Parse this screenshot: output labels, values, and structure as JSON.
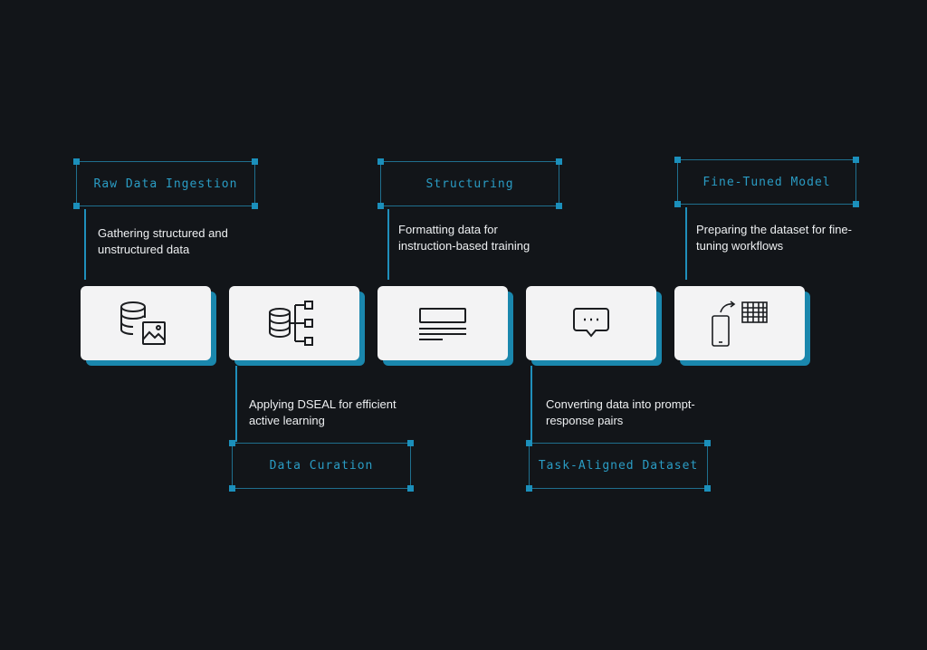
{
  "steps": [
    {
      "label": "Raw Data Ingestion",
      "description_line1": "Gathering structured and",
      "description_line2": "unstructured data",
      "icon": "database-image-icon"
    },
    {
      "label": "Data Curation",
      "description_line1": "Applying DSEAL for efficient",
      "description_line2": "active learning",
      "icon": "database-tree-icon"
    },
    {
      "label": "Structuring",
      "description_line1": "Formatting data for",
      "description_line2": "instruction-based training",
      "icon": "document-text-icon"
    },
    {
      "label": "Task-Aligned Dataset",
      "description_line1": "Converting data into prompt-",
      "description_line2": "response pairs",
      "icon": "chat-bubble-icon"
    },
    {
      "label": "Fine-Tuned Model",
      "description_line1": "Preparing the dataset for fine-",
      "description_line2": "tuning workflows",
      "icon": "device-sync-table-icon"
    }
  ],
  "colors": {
    "background": "#121519",
    "accent": "#1f8fbb",
    "label_text": "#2a9cc4",
    "card": "#f3f3f4",
    "card_shadow": "#1a87ad",
    "text": "#eef0f2"
  }
}
